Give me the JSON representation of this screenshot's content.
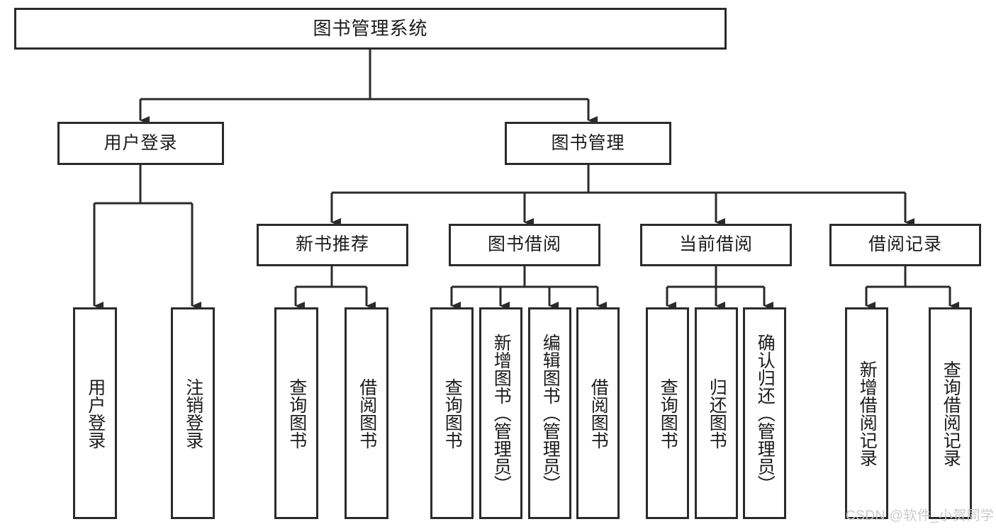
{
  "diagram": {
    "title_node": {
      "label": "图书管理系统"
    },
    "level2": [
      {
        "id": "user-login",
        "label": "用户登录"
      },
      {
        "id": "book-management",
        "label": "图书管理"
      }
    ],
    "level3": [
      {
        "id": "new-book-recommend",
        "label": "新书推荐"
      },
      {
        "id": "book-borrow",
        "label": "图书借阅"
      },
      {
        "id": "current-borrow",
        "label": "当前借阅"
      },
      {
        "id": "borrow-record",
        "label": "借阅记录"
      }
    ],
    "leaves": [
      {
        "id": "leaf-user-login",
        "label": "用户登录"
      },
      {
        "id": "leaf-logout-login",
        "label": "注销登录"
      },
      {
        "id": "leaf-query-book-1",
        "label": "查询图书"
      },
      {
        "id": "leaf-borrow-book-1",
        "label": "借阅图书"
      },
      {
        "id": "leaf-query-book-2",
        "label": "查询图书"
      },
      {
        "id": "leaf-add-book",
        "label": "新增图书（管理员）"
      },
      {
        "id": "leaf-edit-book",
        "label": "编辑图书（管理员）"
      },
      {
        "id": "leaf-borrow-book-2",
        "label": "借阅图书"
      },
      {
        "id": "leaf-query-book-3",
        "label": "查询图书"
      },
      {
        "id": "leaf-return-book",
        "label": "归还图书"
      },
      {
        "id": "leaf-confirm-return",
        "label": "确认归还（管理员）"
      },
      {
        "id": "leaf-add-record",
        "label": "新增借阅记录"
      },
      {
        "id": "leaf-query-record",
        "label": "查询借阅记录"
      }
    ]
  },
  "watermark": {
    "text": "CSDN @软件_小贺同学"
  },
  "colors": {
    "stroke": "#2b2b2b",
    "background": "#ffffff",
    "text": "#1b1b1b",
    "watermark": "#c9c9c9"
  }
}
